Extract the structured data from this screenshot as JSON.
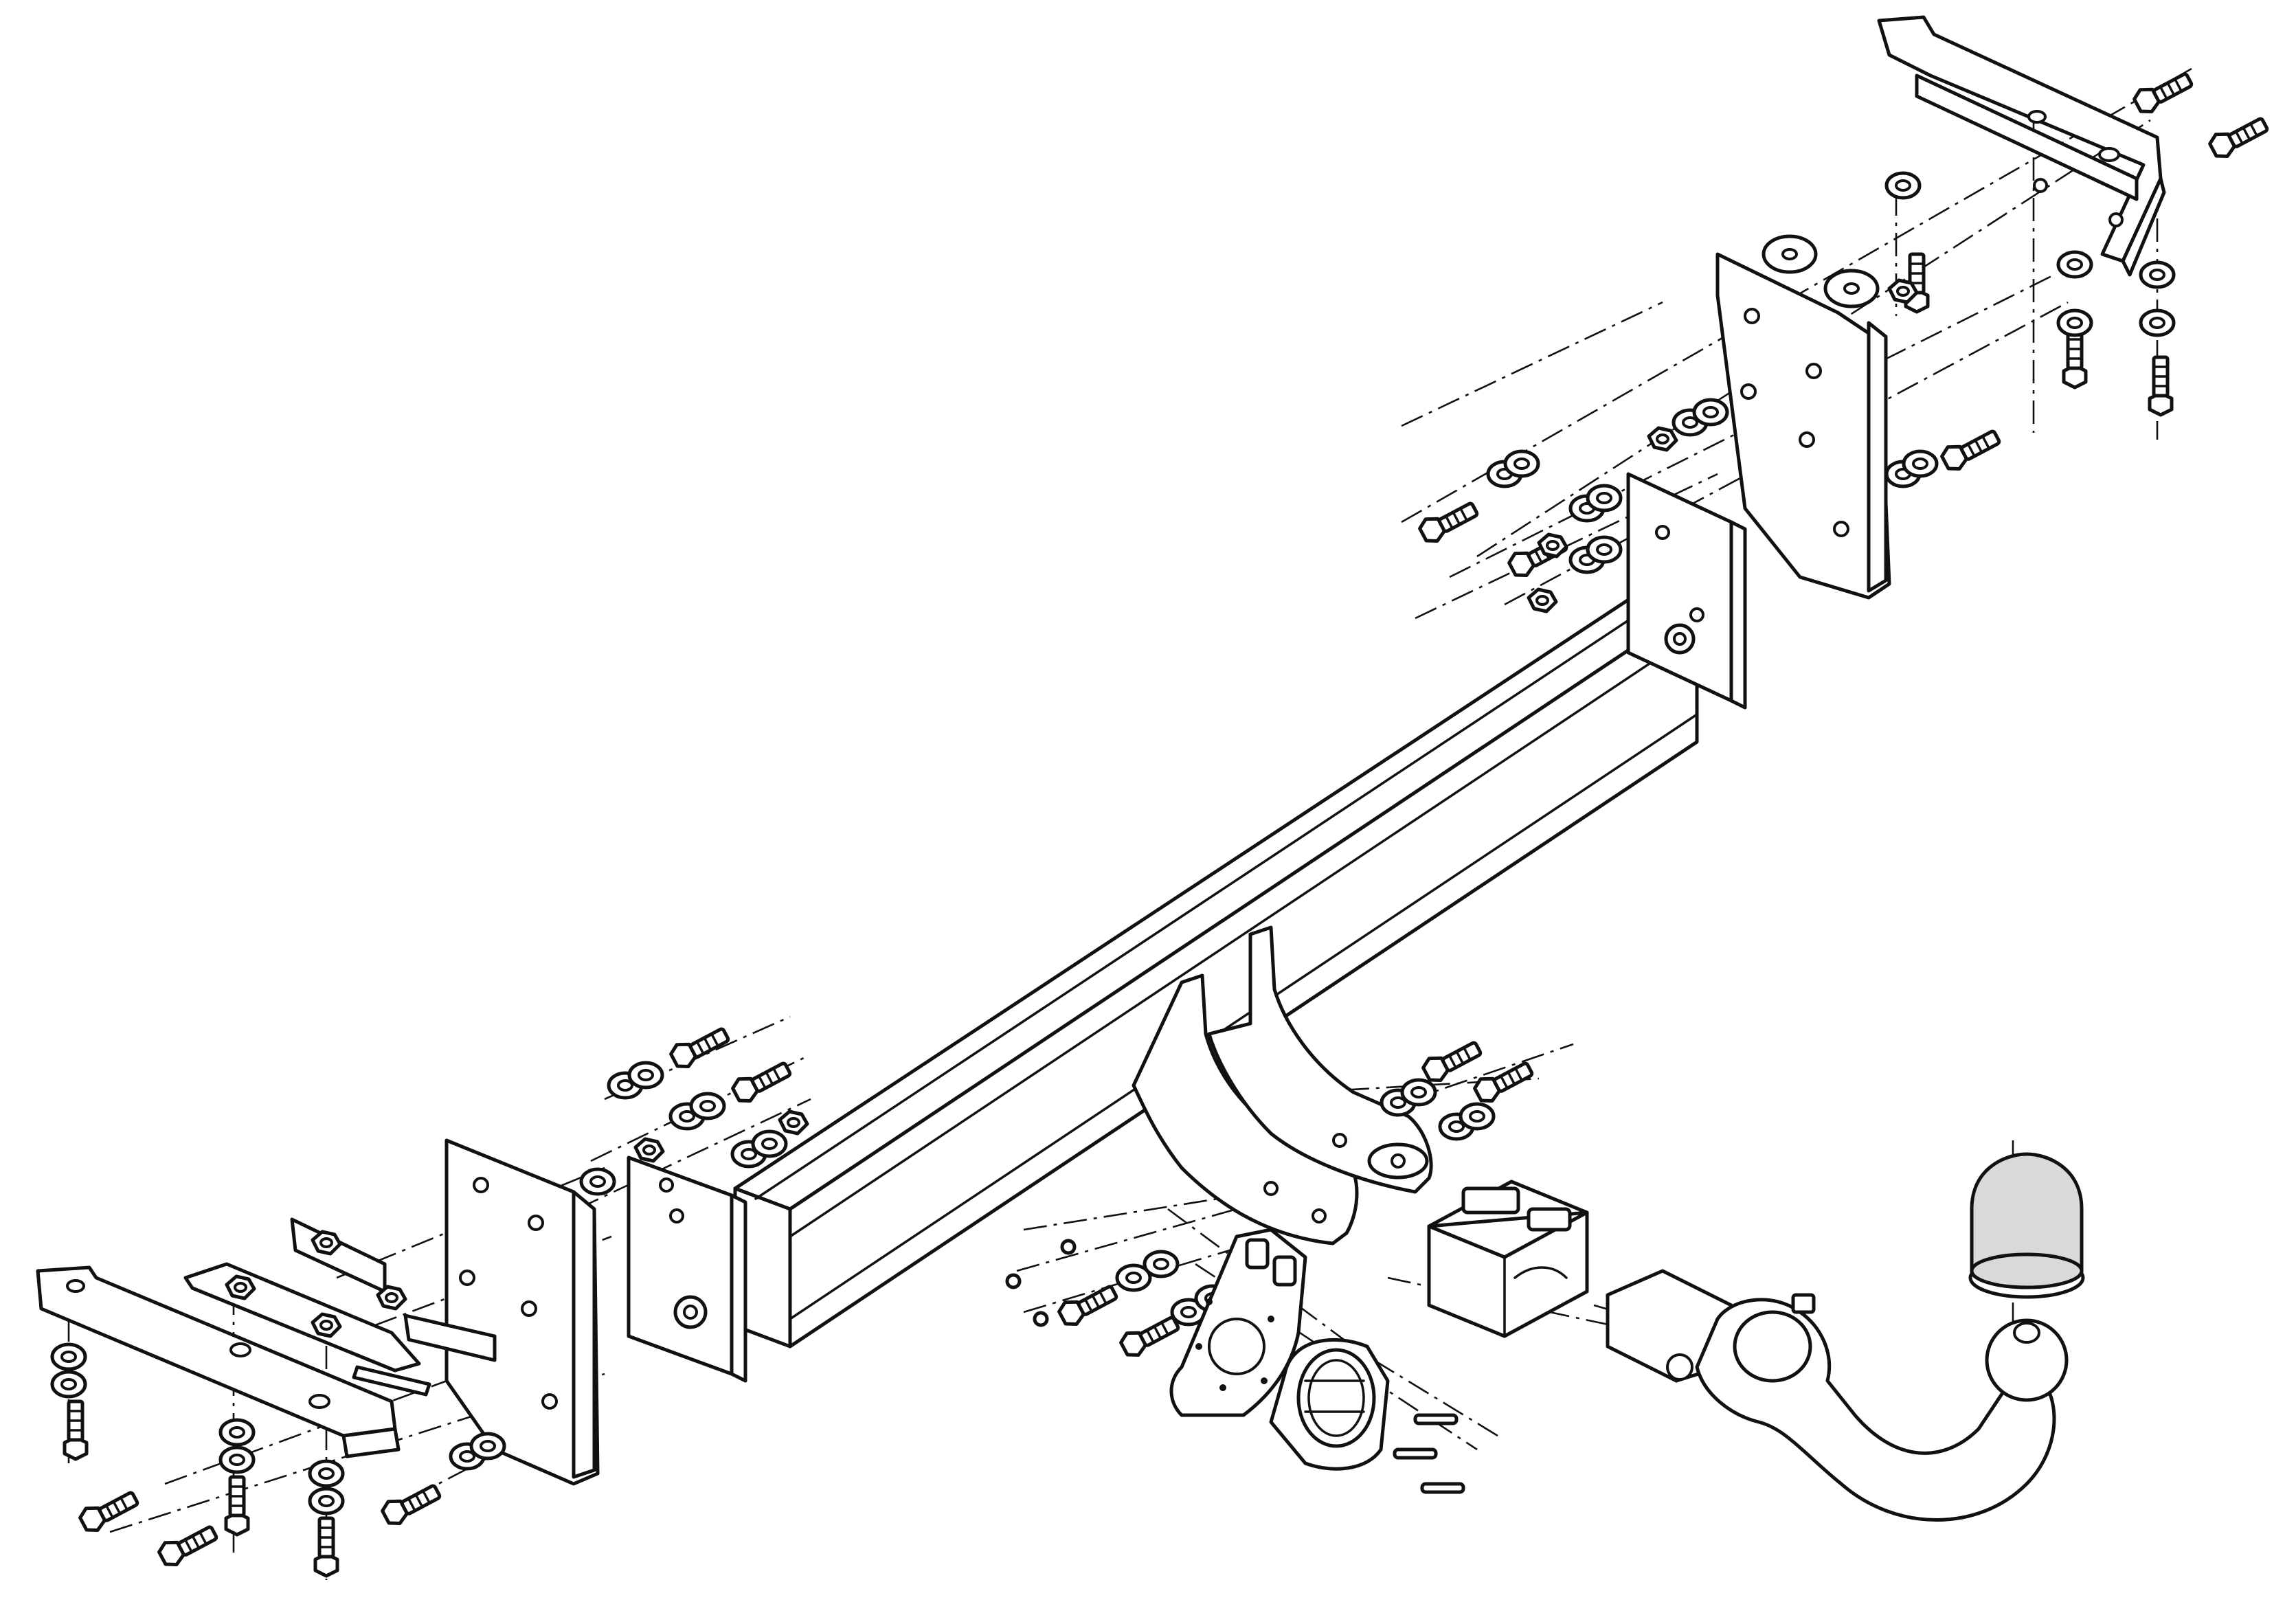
{
  "diagram": {
    "type": "exploded-assembly-drawing",
    "text_labels": [],
    "colors": {
      "line": "#111111",
      "background": "#ffffff",
      "ball_cover": "#d9d9d9"
    },
    "parts": [
      {
        "name": "main-crossbar",
        "count": 1
      },
      {
        "name": "end-mounting-plate",
        "count": 4
      },
      {
        "name": "mounting-bracket",
        "count": 4
      },
      {
        "name": "drop-plate",
        "count": 2
      },
      {
        "name": "tow-ball-neck",
        "count": 1
      },
      {
        "name": "ball-cover-cap",
        "count": 1
      },
      {
        "name": "receiver-block",
        "count": 1
      },
      {
        "name": "socket-bracket",
        "count": 1
      },
      {
        "name": "electrical-socket",
        "count": 1
      },
      {
        "name": "hex-bolt",
        "count": 18
      },
      {
        "name": "washer",
        "count": 30
      },
      {
        "name": "hex-nut",
        "count": 12
      },
      {
        "name": "small-screw",
        "count": 3
      }
    ]
  }
}
